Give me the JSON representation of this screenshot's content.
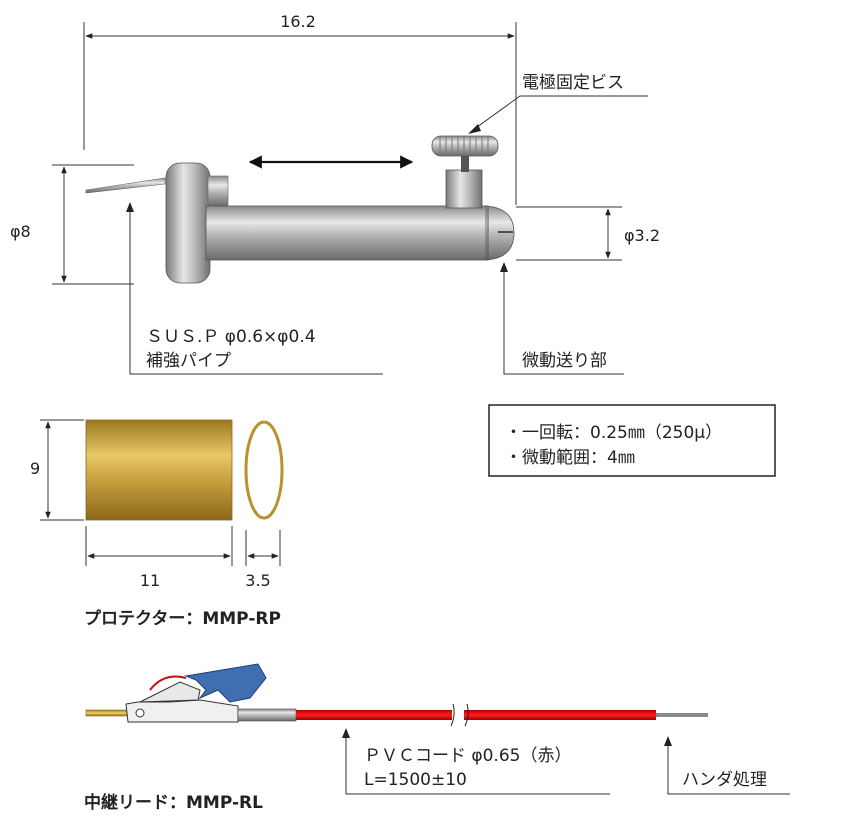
{
  "dimensions": {
    "total_length": "16.2",
    "pipe_diameter": "φ8",
    "tip_diameter": "φ3.2",
    "protector_height": "9",
    "protector_length": "11",
    "ring_width": "3.5"
  },
  "labels": {
    "fixing_screw": "電極固定ビス",
    "reinforcing_pipe_line1": "ＳＵＳ.Ｐ φ0.6×φ0.4",
    "reinforcing_pipe_line2": "補強パイプ",
    "fine_feed_part": "微動送り部",
    "pvc_cord_line1": "ＰＶＣコード φ0.65（赤）",
    "pvc_cord_line2": "L=1500±10",
    "solder_treatment": "ハンダ処理"
  },
  "spec_box": {
    "line1": "・一回転：0.25㎜（250μ）",
    "line2": "・微動範囲：4㎜"
  },
  "titles": {
    "protector": "プロテクター：MMP-RP",
    "relay_lead": "中継リード：MMP-RL"
  },
  "colors": {
    "metal": "#a8a8a8",
    "brass": "#c8a040",
    "cord_red": "#e01010",
    "clip_blue": "#3f6fb0"
  }
}
